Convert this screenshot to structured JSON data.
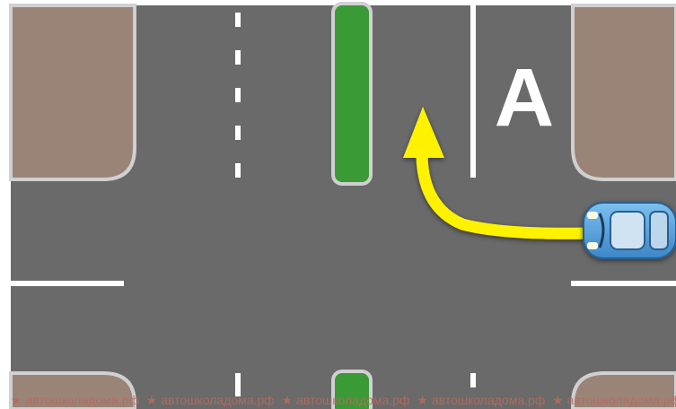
{
  "scene": {
    "lane_letter": "A",
    "colors": {
      "asphalt": "#6a6a6a",
      "sidewalk": "#9a8478",
      "curb": "#d0d0d0",
      "median": "#3a9a36",
      "marking": "#ffffff",
      "arrow": "#fff200",
      "car": "#5aa6e0"
    },
    "icons": [
      "car-icon",
      "yellow-turn-arrow-icon"
    ]
  },
  "watermark": {
    "text": "★ автошколадома.рф",
    "repeat": [
      "★ автошколадома.рф",
      "★ автошколадома.рф",
      "★ автошколадома.рф",
      "★ автошколадома.рф",
      "★ автошколадома.рф"
    ]
  }
}
